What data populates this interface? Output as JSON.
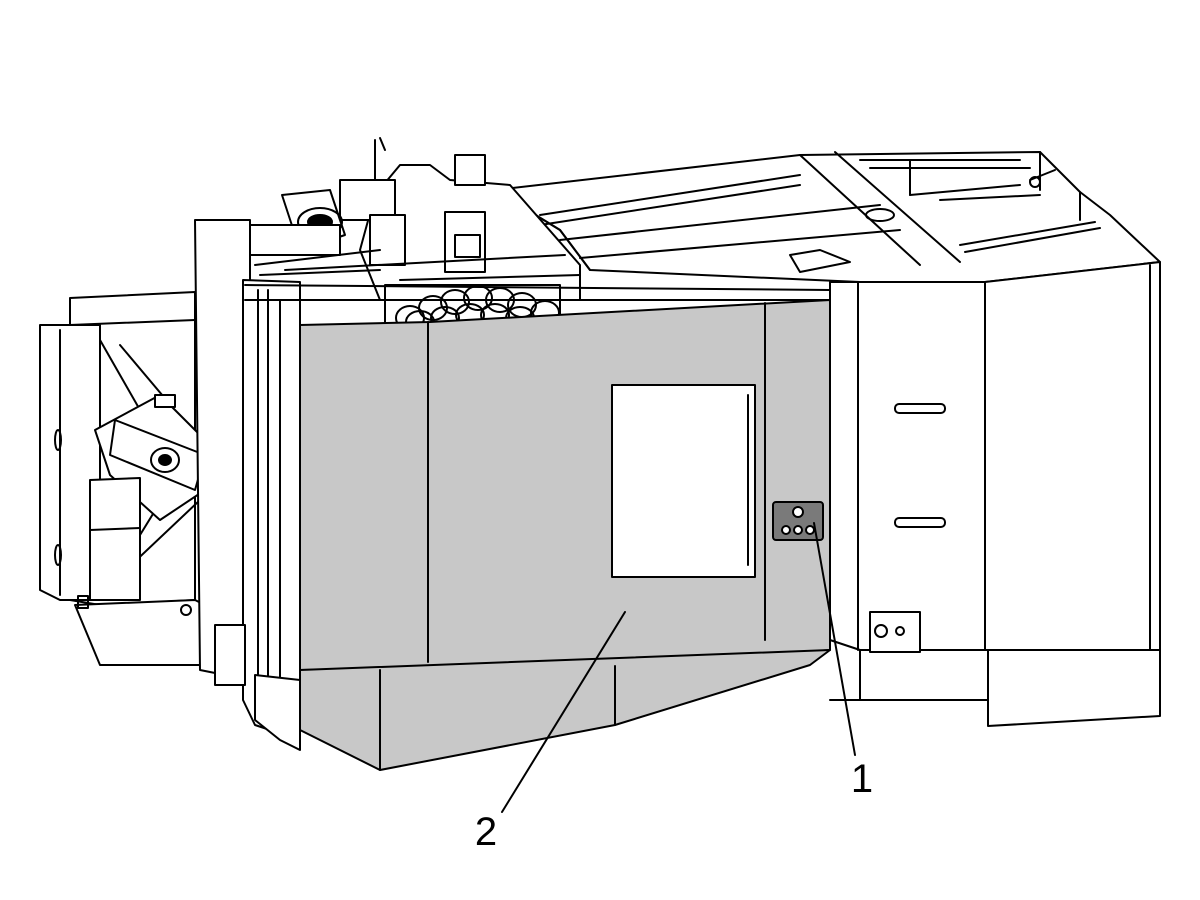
{
  "figure": {
    "callouts": [
      {
        "id": "1",
        "label": "1"
      },
      {
        "id": "2",
        "label": "2"
      }
    ]
  },
  "colors": {
    "line": "#000000",
    "background": "#ffffff",
    "highlight_fill": "#c8c8c8",
    "panel_fill": "#7a7a7a"
  }
}
